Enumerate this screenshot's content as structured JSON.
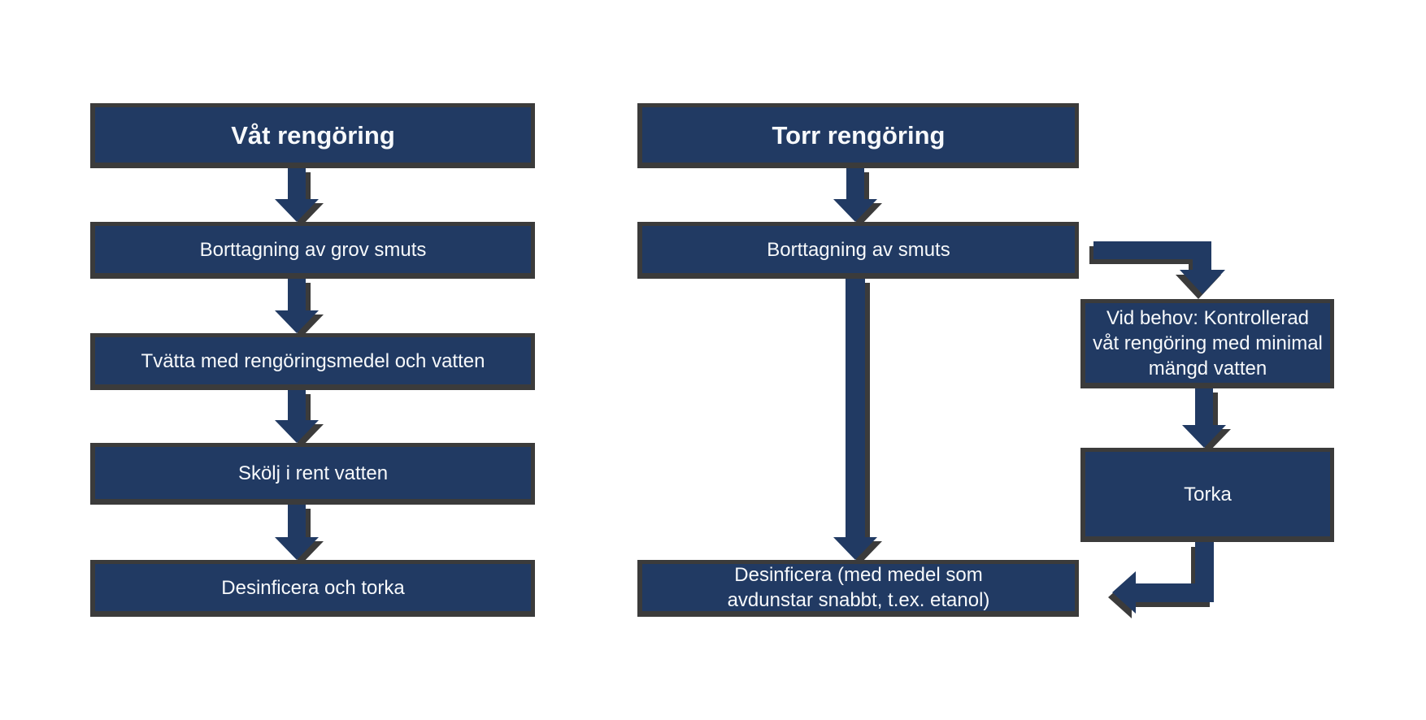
{
  "colors": {
    "box_fill": "#213A63",
    "box_border": "#3B3B3B",
    "text_color": "#F7F9FB",
    "page_background": "#FFFFFF"
  },
  "flowchart": {
    "wet_column": {
      "header": "Våt rengöring",
      "steps": [
        "Borttagning av grov smuts",
        "Tvätta med rengöringsmedel och vatten",
        "Skölj i rent vatten",
        "Desinficera och torka"
      ]
    },
    "dry_column": {
      "header": "Torr rengöring",
      "steps": [
        "Borttagning av smuts",
        "Desinficera (med medel som\navdunstar snabbt, t.ex. etanol)"
      ]
    },
    "side_branch": {
      "steps": [
        "Vid behov: Kontrollerad\nvåt rengöring med minimal\nmängd vatten",
        "Torka"
      ]
    }
  }
}
